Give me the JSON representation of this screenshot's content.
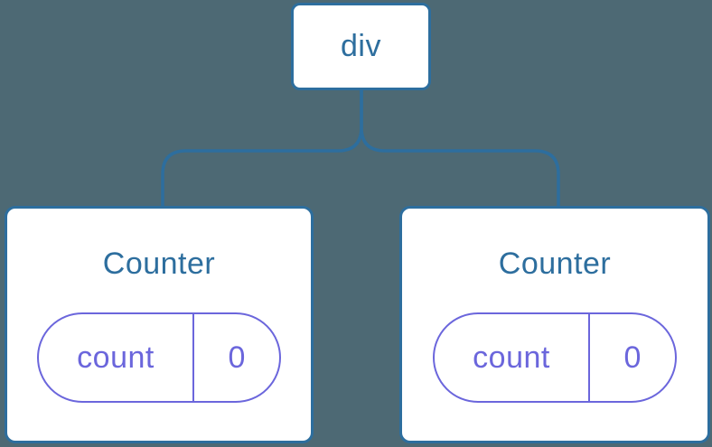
{
  "diagram": {
    "description": "Component tree diagram",
    "colors": {
      "background": "#4d6974",
      "accent_blue": "#2d6e9e",
      "state_purple": "#6b66dc",
      "node_fill": "#ffffff"
    },
    "tree": {
      "root": {
        "label": "div"
      },
      "children": [
        {
          "title": "Counter",
          "state": {
            "key": "count",
            "value": "0"
          }
        },
        {
          "title": "Counter",
          "state": {
            "key": "count",
            "value": "0"
          }
        }
      ]
    }
  }
}
